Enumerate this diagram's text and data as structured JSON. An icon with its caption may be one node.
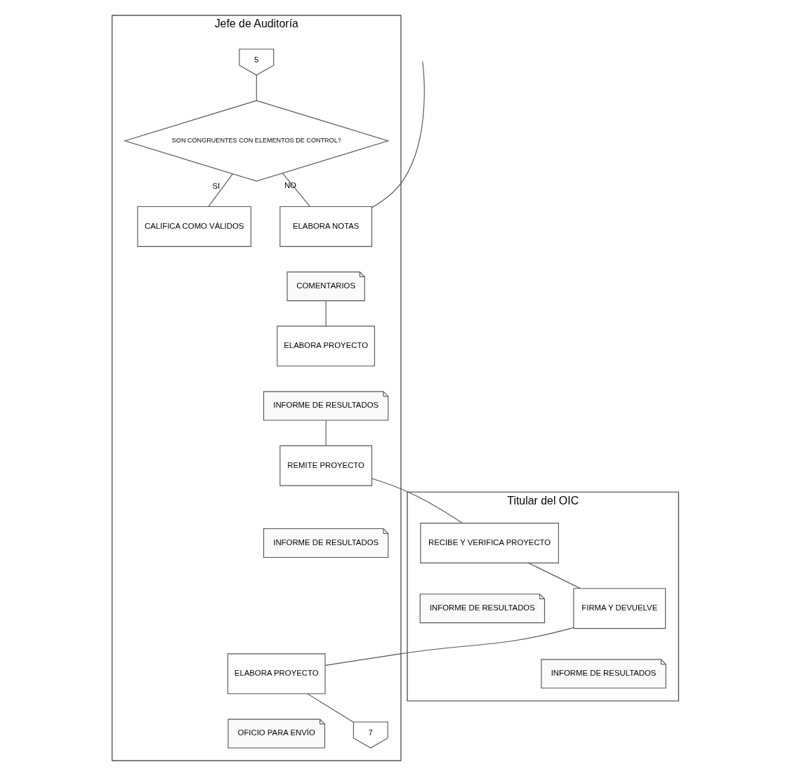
{
  "diagram": {
    "nodes": [
      {
        "text": [
          "Titular del OIC"
        ]
      },
      {
        "text": [
          "Jefe de Auditoría"
        ]
      },
      {
        "text": [
          "5"
        ],
        "in": 1
      },
      {
        "text": [
          "SON CONGRUENTES CON ELEMENTOS DE CONTROL?"
        ],
        "in": 1
      },
      {
        "text": [
          "CALIFICA COMO VÁLIDOS"
        ],
        "in": 1
      },
      {
        "text": [
          "ELABORA NOTAS"
        ],
        "in": 1
      },
      {
        "text": [
          "COMENTARIOS"
        ],
        "in": 1
      },
      {
        "text": [
          "ELABORA PROYECTO"
        ],
        "in": 1
      },
      {
        "text": [
          "INFORME DE RESULTADOS"
        ],
        "in": 1
      },
      {
        "text": [
          "REMITE PROYECTO"
        ],
        "in": 1
      },
      {
        "text": [
          "INFORME DE RESULTADOS"
        ],
        "in": 1
      },
      {
        "text": [
          "RECIBE Y VERIFICA PROYECTO"
        ],
        "in": 0
      },
      {
        "text": [
          "INFORME DE RESULTADOS"
        ],
        "in": 0
      },
      {
        "text": [
          "FIRMA Y DEVUELVE"
        ],
        "in": 0
      },
      {
        "text": [
          "INFORME DE RESULTADOS"
        ],
        "in": 0
      },
      {
        "text": [
          "ELABORA PROYECTO"
        ],
        "in": 1
      },
      {
        "text": [
          "OFICIO PARA ENVÍO"
        ],
        "in": 1
      },
      {
        "text": [
          "7"
        ],
        "in": 1
      }
    ],
    "edges": [
      {
        "from": 2,
        "to": 3,
        "arrow": "none"
      },
      {
        "from": 3,
        "to": 4,
        "label": "SI",
        "arrow": "none"
      },
      {
        "from": 3,
        "to": 5,
        "label": "NO",
        "arrow": "none"
      },
      {
        "from": 5,
        "to": null,
        "arrow": "none"
      },
      {
        "from": 6,
        "to": 7,
        "arrow": "none"
      },
      {
        "from": 8,
        "to": 9,
        "arrow": "none"
      },
      {
        "from": 9,
        "to": 11,
        "arrow": "none"
      },
      {
        "from": 11,
        "to": 13,
        "arrow": "none"
      },
      {
        "from": 13,
        "to": 15,
        "arrow": "none"
      },
      {
        "from": 15,
        "to": 17,
        "arrow": "none"
      }
    ]
  }
}
